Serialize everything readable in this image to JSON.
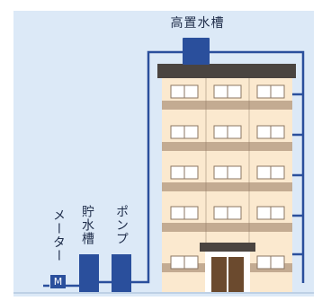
{
  "labels": {
    "elevated_tank": "高置水槽",
    "meter": "メーター",
    "reservoir": "貯水槽",
    "pump": "ポンプ",
    "meter_letter": "M"
  },
  "colors": {
    "background": "#dce9f7",
    "pipe": "#2a4f9c",
    "tank": "#2a4f9c",
    "roof": "#4a4440",
    "wall": "#fbe9cf",
    "floor_band": "#c3ab92",
    "window": "#ffffff",
    "window_frame": "#8b7662",
    "door": "#6b4a2e"
  }
}
